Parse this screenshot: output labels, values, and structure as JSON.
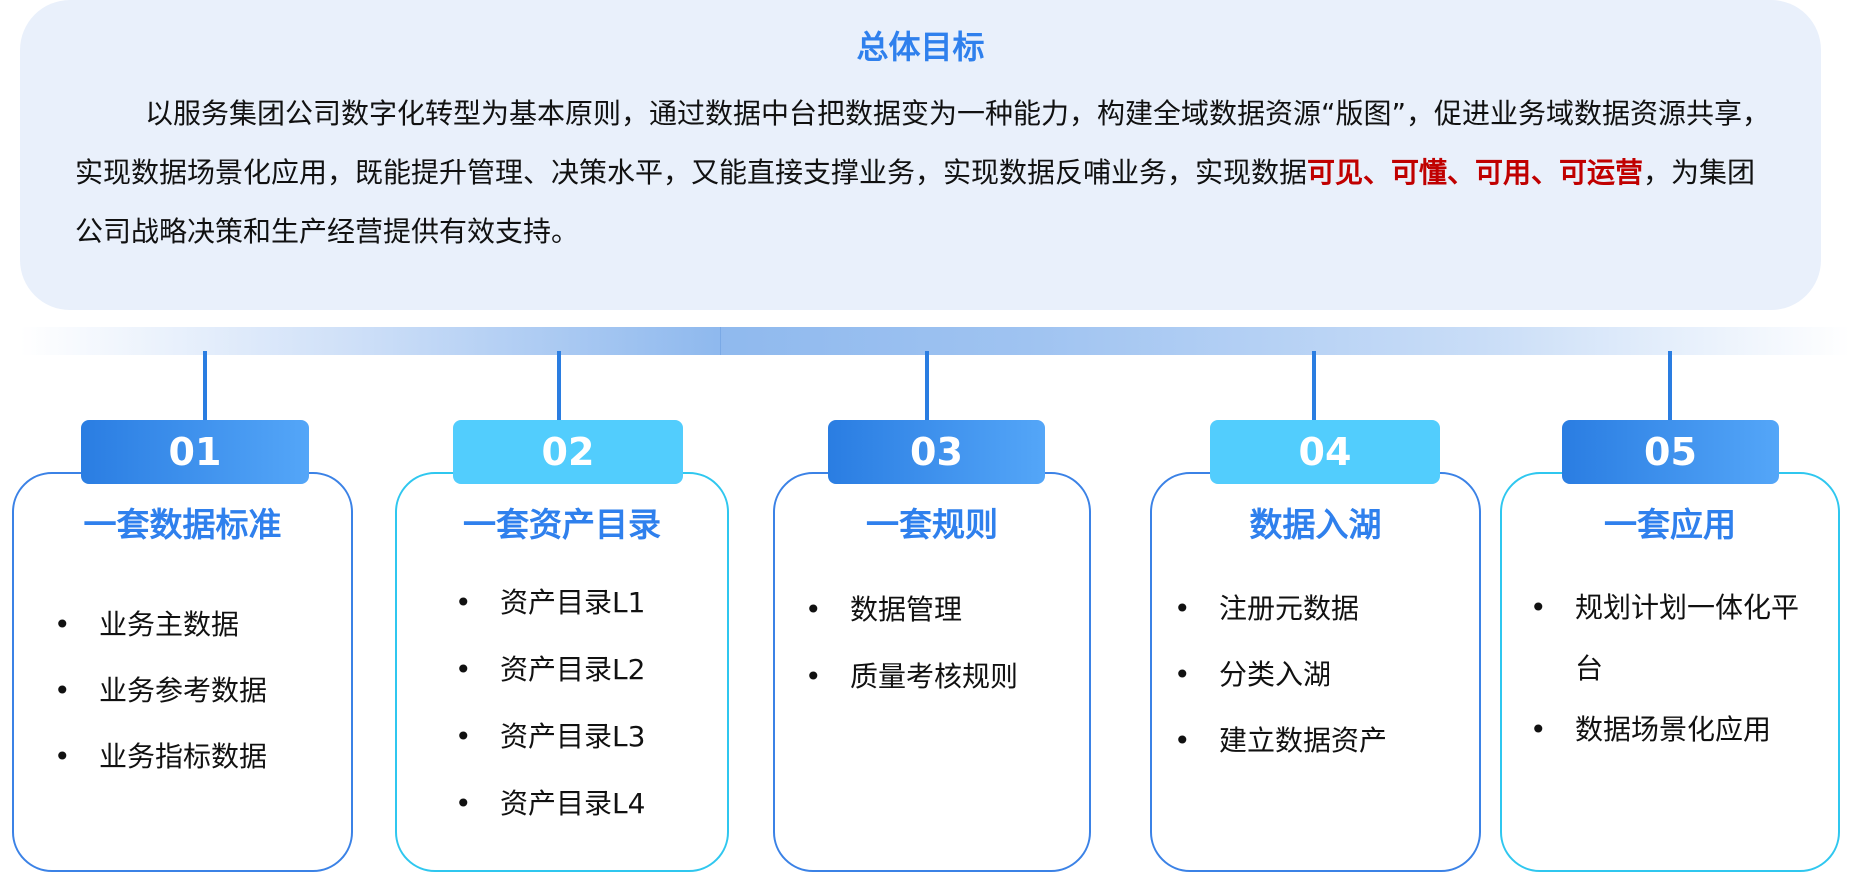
{
  "goal": {
    "title": "总体目标",
    "text_before": "以服务集团公司数字化转型为基本原则，通过数据中台把数据变为一种能力，构建全域数据资源“版图”，促进业务域数据资源共享，实现数据场景化应用，既能提升管理、决策水平，又能直接支撑业务，实现数据反哺业务，实现数据",
    "highlight": "可见、可懂、可用、可运营",
    "text_after": "，为集团公司战略决策和生产经营提供有效支持。",
    "highlight_color": "#c00000"
  },
  "pillars": [
    {
      "number": "01",
      "title": "一套数据标准",
      "items": [
        "业务主数据",
        "业务参考数据",
        "业务指标数据"
      ]
    },
    {
      "number": "02",
      "title": "一套资产目录",
      "items": [
        "资产目录L1",
        "资产目录L2",
        "资产目录L3",
        "资产目录L4"
      ]
    },
    {
      "number": "03",
      "title": "一套规则",
      "items": [
        "数据管理",
        "质量考核规则"
      ]
    },
    {
      "number": "04",
      "title": "数据入湖",
      "items": [
        "注册元数据",
        "分类入湖",
        "建立数据资产"
      ]
    },
    {
      "number": "05",
      "title": "一套应用",
      "items": [
        "规划计划一体化平台",
        "数据场景化应用"
      ]
    }
  ],
  "colors": {
    "accent": "#2f80ed",
    "cyan": "#52cdfd"
  }
}
